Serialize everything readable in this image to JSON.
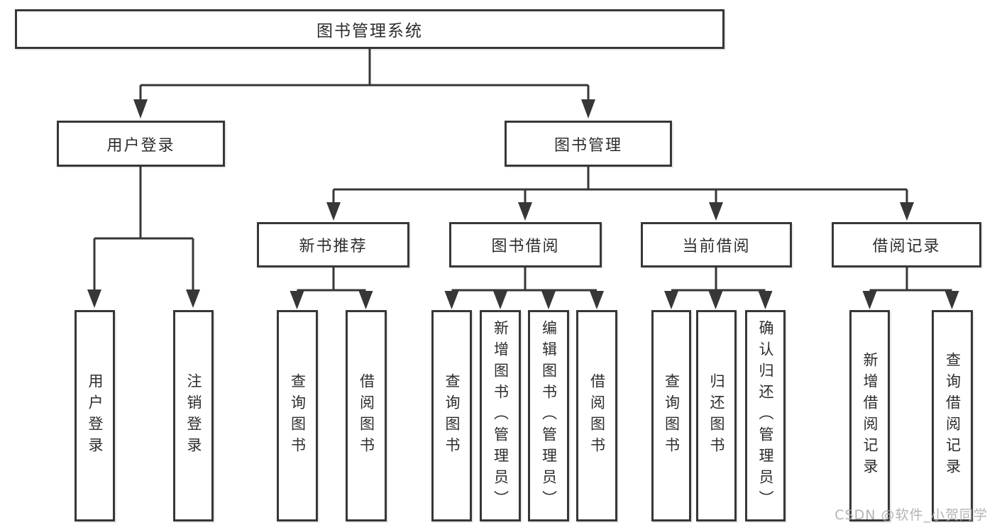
{
  "diagram": {
    "type": "hierarchy-tree",
    "tree": {
      "root": {
        "label": "图书管理系统"
      },
      "branches": [
        {
          "label": "用户登录",
          "leaves": [
            "用户登录",
            "注销登录"
          ]
        },
        {
          "label": "图书管理",
          "groups": [
            {
              "label": "新书推荐",
              "leaves": [
                "查询图书",
                "借阅图书"
              ]
            },
            {
              "label": "图书借阅",
              "leaves": [
                "查询图书",
                "新增图书（管理员）",
                "编辑图书（管理员）",
                "借阅图书"
              ]
            },
            {
              "label": "当前借阅",
              "leaves": [
                "查询图书",
                "归还图书",
                "确认归还（管理员）"
              ]
            },
            {
              "label": "借阅记录",
              "leaves": [
                "新增借阅记录",
                "查询借阅记录"
              ]
            }
          ]
        }
      ]
    },
    "watermark": {
      "text": "CSDN @软件_小贺同学",
      "color": "#ababab"
    },
    "colors": {
      "background": "#ffffff",
      "line": "#373737",
      "box_border": "#373737",
      "text": "#2d2d2d"
    }
  }
}
